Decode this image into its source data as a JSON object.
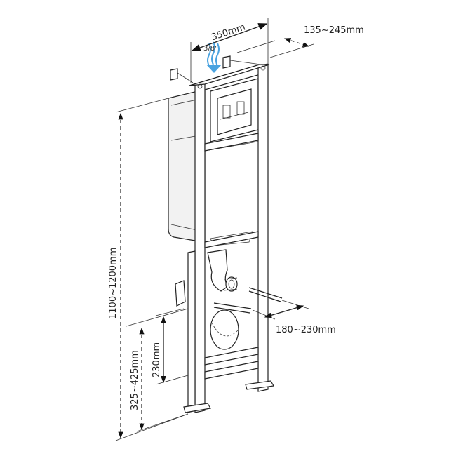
{
  "dimensions": {
    "frame_width": "350mm",
    "depth_range": "135~245mm",
    "inlet_size": "3/8\"",
    "total_height": "1100~1200mm",
    "drain_height": "325~425mm",
    "bolt_height": "230mm",
    "bolt_spacing": "180~230mm"
  },
  "colors": {
    "water_arrow": "#4aa3e0",
    "line": "#222222"
  }
}
